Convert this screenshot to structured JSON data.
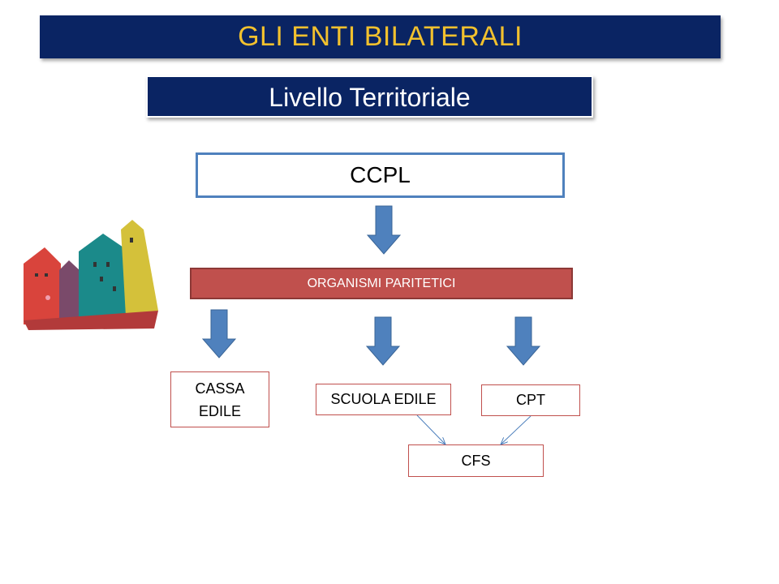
{
  "title": "GLI ENTI BILATERALI",
  "subtitle": "Livello Territoriale",
  "diagram": {
    "top": "CCPL",
    "middle": "ORGANISMI PARITETICI",
    "cassa_line1": "CASSA",
    "cassa_line2": "EDILE",
    "scuola": "SCUOLA EDILE",
    "cpt": "CPT",
    "cfs": "CFS"
  },
  "colors": {
    "navy": "#0a2463",
    "gold": "#f2c12e",
    "blue_arrow": "#4f81bd",
    "red_box": "#c0504d"
  }
}
